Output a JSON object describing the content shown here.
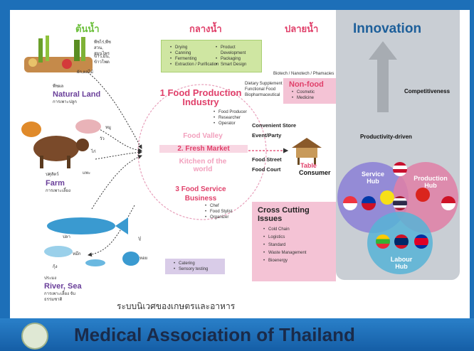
{
  "columns": {
    "upstream": "ต้นน้ำ",
    "midstream": "กลางน้ำ",
    "downstream": "ปลายน้ำ"
  },
  "sources": [
    {
      "title_th": "พืชผล",
      "title_en": "Natural Land",
      "subtitle": "การเพาะปลูก"
    },
    {
      "title_th": "ปศุสัตว์",
      "title_en": "Farm",
      "subtitle": "การเพาะเลี้ยง"
    },
    {
      "title_th": "ประมง",
      "title_en": "River, Sea",
      "subtitle": "การเพาะเลี้ยง จับธรรมชาติ"
    }
  ],
  "crop_labels": [
    "พืชไร่,พืชสวน, สมุนไพร",
    "ข้าว,มัน, ข้าวโพด",
    "ผัก,ผลไม้"
  ],
  "farm_labels": [
    "หมู",
    "วัว",
    "ไก่",
    "แพะ"
  ],
  "fish_labels": [
    "ปลา",
    "หมึก",
    "กุ้ง",
    "ปู",
    "หอย"
  ],
  "process_box": {
    "left": [
      "Drying",
      "Canning",
      "Fermenting",
      "Extraction / Purification"
    ],
    "right": [
      "Product Development",
      "Packaging",
      "Smart Design"
    ]
  },
  "center": {
    "food_production_num": "1",
    "food_production_title": "Food Production Industry",
    "food_production_items": [
      "Food Producer",
      "Researcher",
      "Operator"
    ],
    "food_valley": "Food Valley",
    "fresh_market": "2. Fresh Market",
    "kitchen": "Kitchen of the world",
    "food_service_num": "3",
    "food_service_title": "Food Service Business",
    "food_service_items": [
      "Chef",
      "Food Stylist",
      "Organizer"
    ]
  },
  "nonfood": {
    "top": "Biotech / Nanotech / Phamacies",
    "left": [
      "Dietary Supplement",
      "Functional Food",
      "Biopharmaceutical"
    ],
    "title": "Non-food",
    "items": [
      "Cosmetic",
      "Medicine"
    ]
  },
  "outlets": [
    "Convenient Store",
    "Event/Party",
    "Food Street",
    "Food Court"
  ],
  "table": {
    "line1": "Table",
    "line2": "Consumer"
  },
  "crosscutting": {
    "title": "Cross Cutting Issues",
    "items": [
      "Cold Chain",
      "Logistics",
      "Standard",
      "Waste Management",
      "Bioenergy"
    ]
  },
  "fish_box_items": [
    "Catering",
    "Sensory testing"
  ],
  "thai_caption": "ระบบนิเวศของเกษตรและอาหาร",
  "right_panel": {
    "title": "Innovation",
    "competitiveness": "Competitiveness",
    "productivity": "Productivity-driven",
    "service_hub": "Service Hub",
    "production_hub": "Production Hub",
    "labour_hub": "Labour Hub",
    "colors": {
      "service": "#8b7fd6",
      "production": "#e07fa6",
      "labour": "#57b3d6"
    }
  },
  "banner": {
    "title": "Medical Association of Thailand"
  }
}
